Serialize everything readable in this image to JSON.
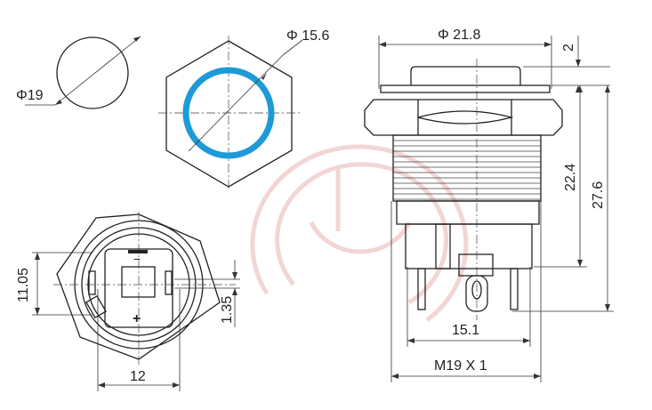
{
  "dimensions": {
    "face_diameter": "Φ19",
    "ring_diameter": "Φ 15.6",
    "nut_diameter": "Φ 21.8",
    "head_height": "2",
    "thread_height": "22.4",
    "total_height": "27.6",
    "terminal_span": "15.1",
    "thread_spec": "M19 X 1",
    "bottom_height": "11.05",
    "pin_offset": "1.35",
    "bottom_width": "12"
  },
  "polarity": {
    "minus": "−",
    "plus": "+"
  },
  "colors": {
    "led_ring": "#1e9ad6",
    "line": "#222222",
    "watermark": "#e8b4b4"
  }
}
